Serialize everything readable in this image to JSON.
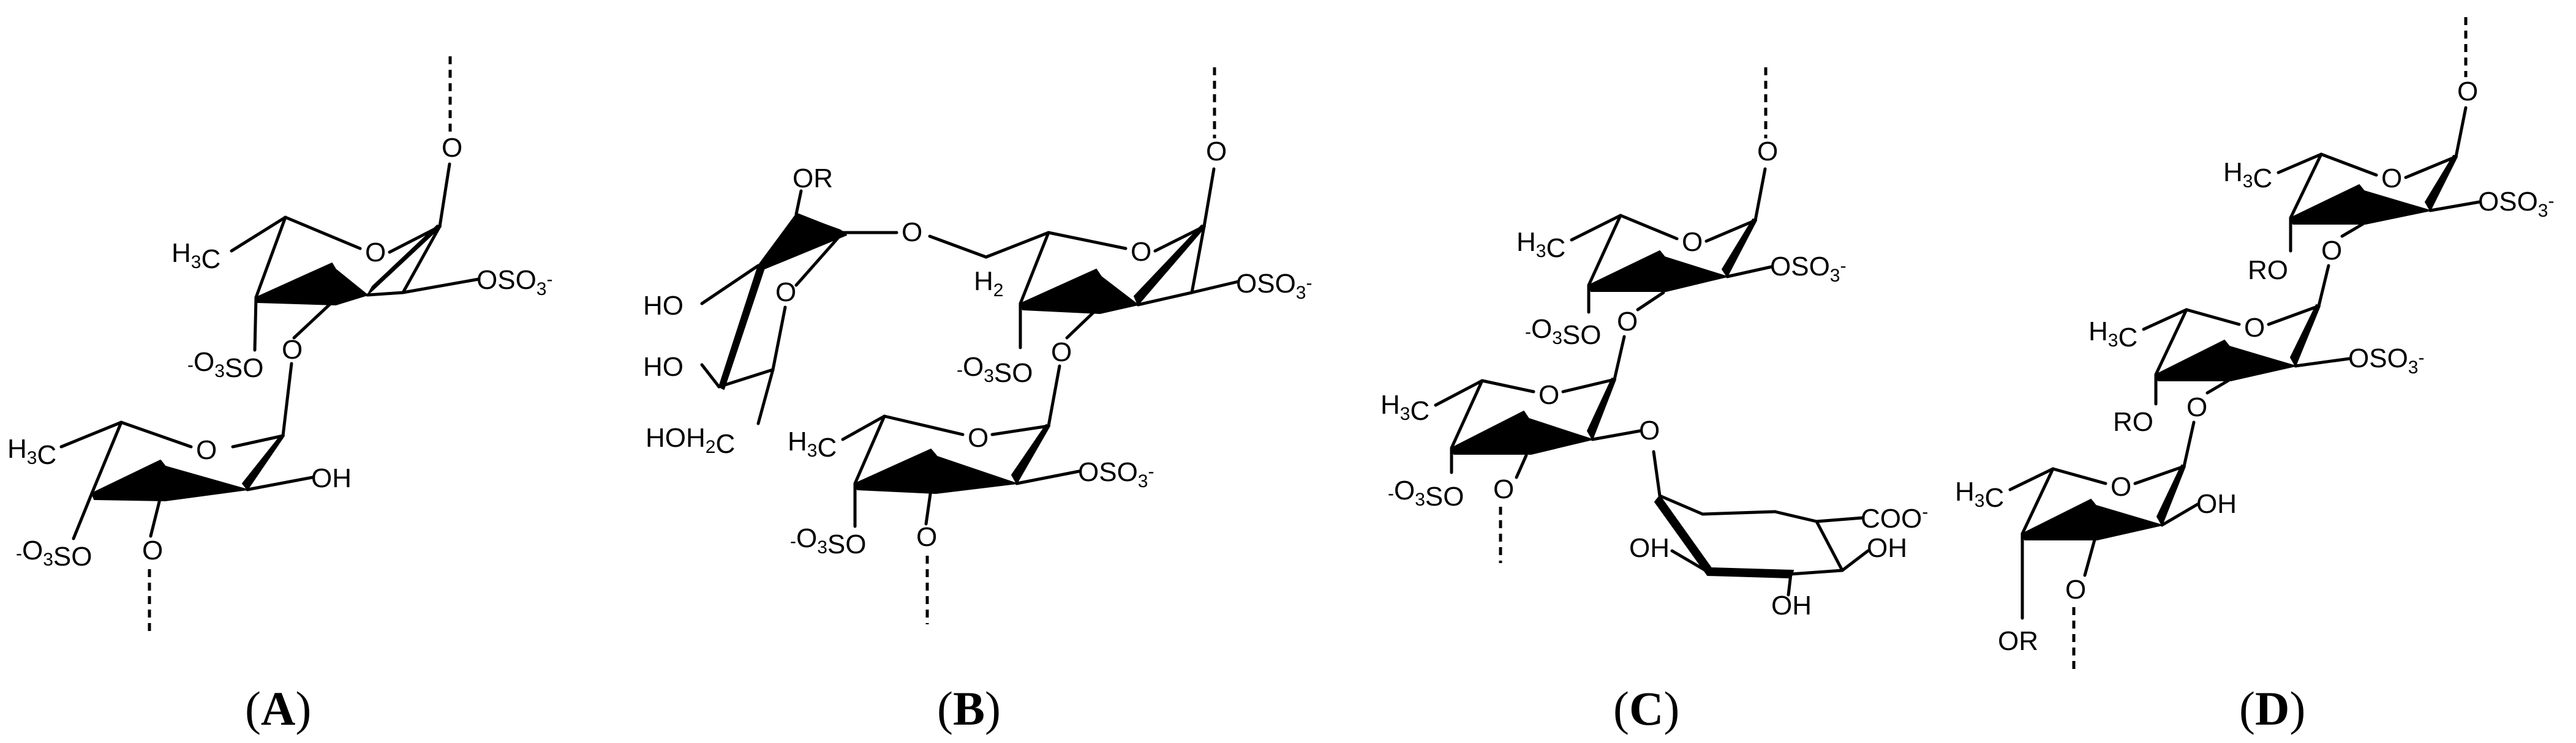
{
  "panels": [
    {
      "caption_letter": "A",
      "labels": {
        "h3c_top": "H3C",
        "o_ring_top": "O",
        "o_anomeric_top": "O",
        "oso3_top": "OSO3-",
        "o3so_mid": "-O3SO",
        "o_link": "O",
        "h3c_bot": "H3C",
        "o_ring_bot": "O",
        "oh_bot": "OH",
        "o3so_bot": "-O3SO",
        "o_bottom": "O"
      }
    },
    {
      "caption_letter": "B",
      "labels": {
        "or": "OR",
        "o_gly_link": "O",
        "ho_1": "HO",
        "ho_2": "HO",
        "o_gly_ring": "O",
        "hoh2c": "HOH2C",
        "h2": "H2",
        "o_ring_top": "O",
        "o_anomeric_top": "O",
        "oso3_top": "OSO3-",
        "o3so_mid": "-O3SO",
        "o_link": "O",
        "h3c_bot": "H3C",
        "o_ring_bot": "O",
        "oso3_bot": "OSO3-",
        "o3so_bot": "-O3SO",
        "o_bottom": "O"
      }
    },
    {
      "caption_letter": "C",
      "labels": {
        "h3c_top": "H3C",
        "o_ring_top": "O",
        "o_anomeric_top": "O",
        "oso3_top": "OSO3-",
        "o3so_mid": "-O3SO",
        "o_link": "O",
        "h3c_bot": "H3C",
        "o_ring_bot": "O",
        "o_branch": "O",
        "o3so_bot": "-O3SO",
        "o_bottom": "O",
        "coo": "COO-",
        "oh_left": "OH",
        "oh_right": "OH",
        "oh_bottom": "OH"
      }
    },
    {
      "caption_letter": "D",
      "labels": {
        "h3c_top": "H3C",
        "o_ring_top": "O",
        "o_anomeric_top": "O",
        "oso3_top": "OSO3-",
        "ro_top": "RO",
        "o_link_top": "O",
        "h3c_mid": "H3C",
        "o_ring_mid": "O",
        "oso3_mid": "OSO3-",
        "ro_mid": "RO",
        "o_link_mid": "O",
        "h3c_bot": "H3C",
        "o_ring_bot": "O",
        "oh_bot": "OH",
        "or_bot": "OR",
        "o_bottom": "O"
      }
    }
  ]
}
